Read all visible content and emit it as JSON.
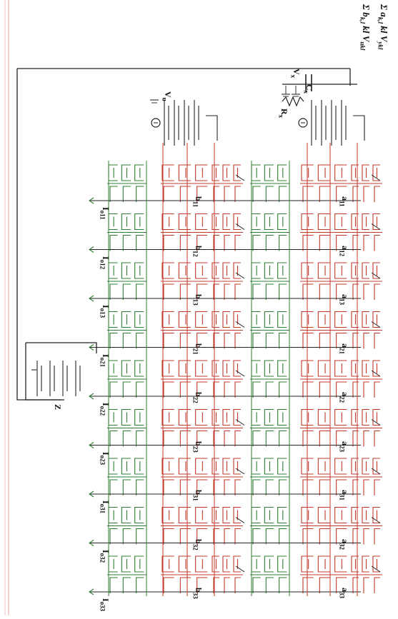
{
  "header": {
    "sum_a_line": "Σ a",
    "sum_a_sub": "k,l",
    "sum_a_rest": "kl V",
    "sum_a_vsub": "ykl",
    "sum_b_line": "Σ b",
    "sum_b_sub": "k,l",
    "sum_b_rest": "kl V",
    "sum_b_vsub": "ukl"
  },
  "components": {
    "vx": "V",
    "vx_sub": "x",
    "cx": "C",
    "cx_sub": "x",
    "rx": "R",
    "rx_sub": "x",
    "vu": "V",
    "vu_sub": "u",
    "z": "Z"
  },
  "a_labels": [
    "11",
    "12",
    "13",
    "21",
    "22",
    "23",
    "31",
    "32",
    "33"
  ],
  "b_labels": [
    "11",
    "12",
    "13",
    "21",
    "22",
    "23",
    "31",
    "32",
    "33"
  ],
  "io_labels": [
    "11",
    "12",
    "13",
    "21",
    "22",
    "23",
    "31",
    "32",
    "33"
  ],
  "letters": {
    "a": "a",
    "b": "b",
    "io": "I",
    "io_sub_prefix": "o"
  },
  "colors": {
    "nmos": "#c0392b",
    "pmos": "#2e7d32",
    "wire": "#222222",
    "ground": "#555555"
  }
}
